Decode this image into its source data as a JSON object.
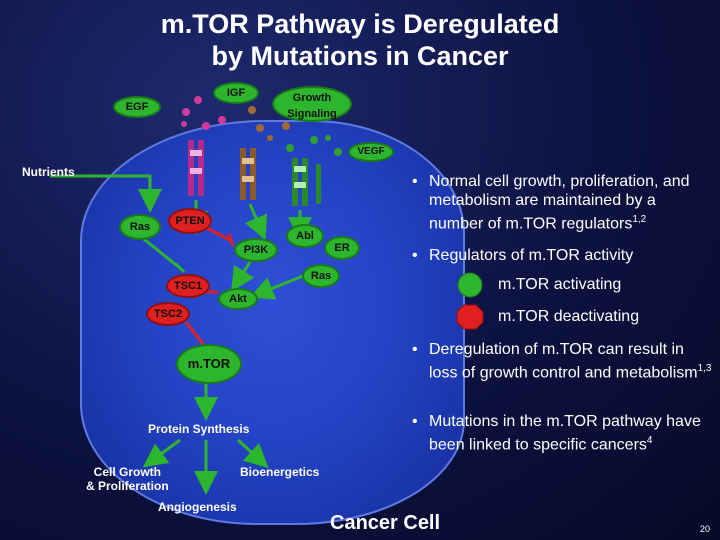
{
  "title_line1": "m.TOR Pathway is Deregulated",
  "title_line2": "by Mutations in Cancer",
  "diagram": {
    "igf": "IGF",
    "egf": "EGF",
    "growth_signaling": "Growth\nSignaling",
    "vegf": "VEGF",
    "nutrients": "Nutrients",
    "ras_left": "Ras",
    "pten": "PTEN",
    "abl": "Abl",
    "pi3k": "PI3K",
    "er": "ER",
    "ras_right": "Ras",
    "tsc1": "TSC1",
    "tsc2": "TSC2",
    "akt": "Akt",
    "mtor": "m.TOR",
    "protein_synthesis": "Protein Synthesis",
    "cell_growth": "Cell Growth\n& Proliferation",
    "bioenergetics": "Bioenergetics",
    "angiogenesis": "Angiogenesis"
  },
  "bullets": {
    "b1": "Normal cell growth, proliferation, and metabolism are maintained by a number of m.TOR regulators",
    "b1_sup": "1,2",
    "b2": "Regulators of m.TOR activity",
    "legend_activating": "m.TOR activating",
    "legend_deactivating": "m.TOR deactivating",
    "b3": "Deregulation of m.TOR can result in loss of growth control and metabolism",
    "b3_sup": "1,3",
    "b4": "Mutations in the m.TOR pathway have been linked to specific cancers",
    "b4_sup": "4"
  },
  "footer": "Cancer Cell",
  "page_number": "20",
  "colors": {
    "activating": "#2db52d",
    "deactivating": "#e02020",
    "cell": "#2443c4",
    "background": "#0c1240"
  }
}
